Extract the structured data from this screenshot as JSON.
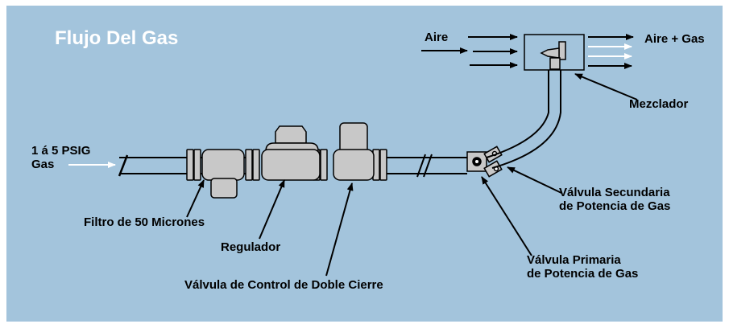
{
  "title": "Flujo Del Gas",
  "labels": {
    "inlet_pressure": "1 á  5 PSIG",
    "inlet_gas": "Gas",
    "air": "Aire",
    "air_gas": "Aire + Gas",
    "mixer": "Mezclador",
    "secondary_valve_1": "Válvula Secundaria",
    "secondary_valve_2": "de Potencia de Gas",
    "primary_valve_1": "Válvula Primaria",
    "primary_valve_2": "de Potencia de Gas",
    "filter": "Filtro de 50 Micrones",
    "regulator": "Regulador",
    "control_valve": "Válvula de Control de Doble Cierre"
  },
  "colors": {
    "background": "#a3c4dc",
    "component_fill": "#c8c8c8",
    "pipe_fill": "#a3c4dc",
    "title": "#ffffff"
  }
}
